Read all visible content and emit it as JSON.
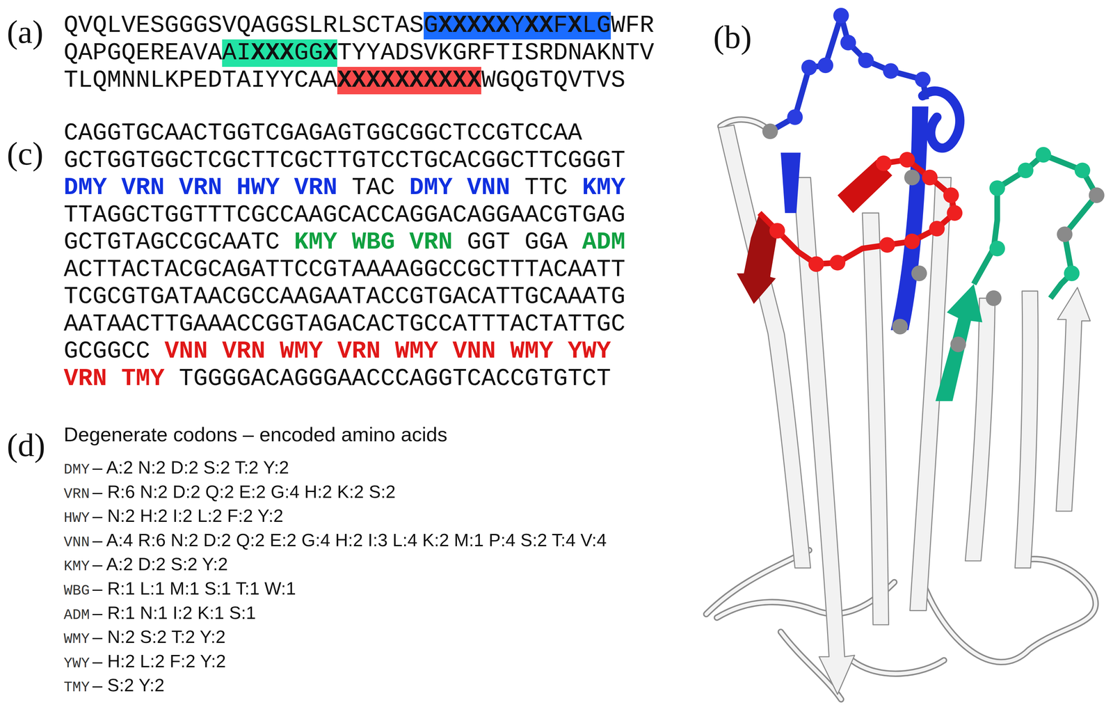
{
  "diagram": {
    "nodes": [
      {
        "text": [
          "G",
          "XXXXX",
          "Y",
          "XX",
          "F",
          "X",
          "LG"
        ]
      },
      {
        "text": [
          "AI",
          "XXX",
          "GG",
          "X"
        ]
      },
      {
        "text": [
          "XXXXXXXXXX"
        ]
      }
    ],
    "labels": [
      "(a)",
      "QVQLVESGGGSVQAGGSLRLSCTAS",
      "WFR",
      "QAPGQEREAVA",
      "TYYADSVKGRFTISRDNAKNTV",
      "TLQMNNLKPEDTAIYYCAA",
      "WGQGTQVTVS",
      "(b)",
      "(c)",
      "CAGGTGCAACTGGTCGAGAGTGGCGGCTCCGTCCAA",
      "GCTGGTGGCTCGCTTCGCTTGTCCTGCACGGCTTCGGGT",
      "DMY VRN VRN HWY VRN",
      "TAC",
      "DMY VNN",
      "TTC",
      "KMY",
      "TTAGGCTGGTTTCGCCAAGCACCAGGACAGGAACGTGAG",
      "GCTGTAGCCGCAATC",
      "KMY WBG VRN",
      "GGT GGA",
      "ADM",
      "ACTTACTACGCAGATTCCGTAAAAGGCCGCTTTACAATT",
      "TCGCGTGATAACGCCAAGAATACCGTGACATTGCAAATG",
      "AATAACTTGAAACCGGTAGACACTGCCATTTACTATTGC",
      "GCGGCC",
      "VNN VRN WMY VRN WMY VNN WMY YWY",
      "VRN TMY",
      "TGGGGACAGGGAACCCAGGTCACCGTGTCT",
      "(d)",
      "Degenerate codons – encoded amino acids",
      "DMY",
      "– A:2 N:2 D:2 S:2 T:2 Y:2",
      "VRN",
      "– R:6 N:2 D:2 Q:2 E:2 G:4 H:2 K:2 S:2",
      "HWY",
      "– N:2 H:2 I:2 L:2 F:2 Y:2",
      "VNN",
      "– A:4 R:6 N:2 D:2 Q:2 E:2 G:4 H:2 I:3 L:4 K:2 M:1 P:4 S:2 T:4 V:4",
      "KMY",
      "– A:2 D:2 S:2 Y:2",
      "WBG",
      "– R:1 L:1 M:1 S:1 T:1 W:1",
      "ADM",
      "– R:1 N:1 I:2 K:1 S:1",
      "WMY",
      "– N:2 S:2 T:2 Y:2",
      "YWY",
      "– H:2 L:2 F:2 Y:2",
      "TMY",
      "– S:2 Y:2"
    ]
  }
}
